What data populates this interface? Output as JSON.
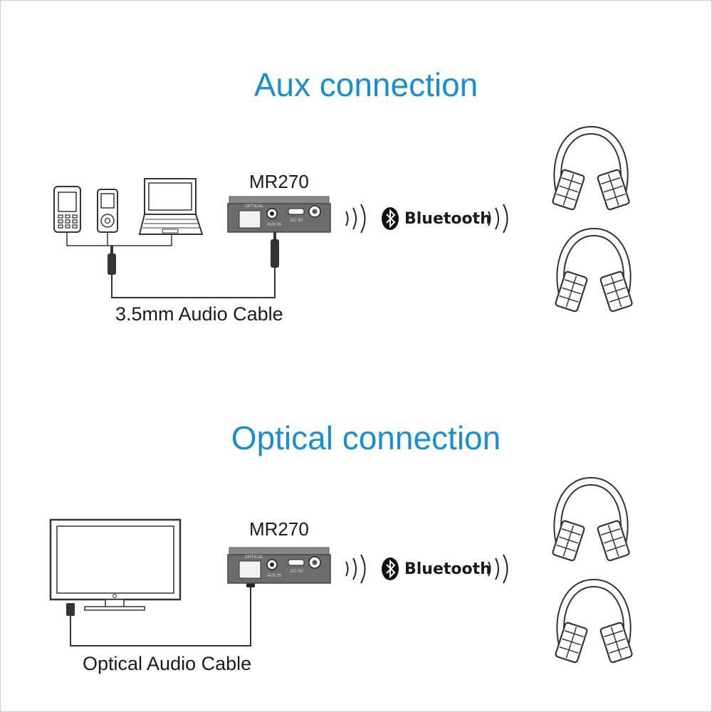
{
  "titles": {
    "aux": "Aux connection",
    "optical": "Optical connection"
  },
  "device": {
    "model": "MR270",
    "ports": {
      "optical": "OPTICAL",
      "aux": "AUX IN",
      "dc": "DC 5V"
    }
  },
  "bluetooth": {
    "label": "Bluetooth"
  },
  "cables": {
    "aux": "3.5mm Audio Cable",
    "optical": "Optical Audio Cable"
  }
}
